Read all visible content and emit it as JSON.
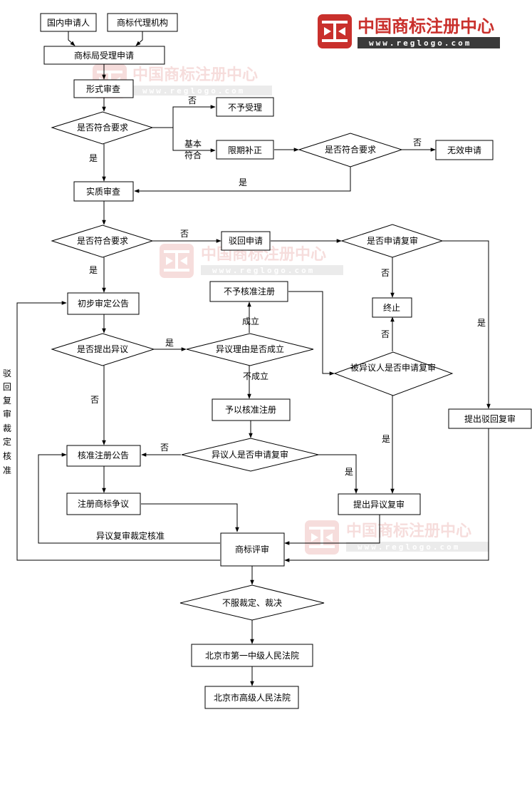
{
  "logo": {
    "title": "中国商标注册中心",
    "url": "www.reglogo.com",
    "color": "#c9302c"
  },
  "nodes": {
    "domestic_applicant": "国内申请人",
    "agency": "商标代理机构",
    "tm_office_accept": "商标局受理申请",
    "formal_exam": "形式审查",
    "meets_req_1": "是否符合要求",
    "not_accepted": "不予受理",
    "correction": "限期补正",
    "meets_req_2": "是否符合要求",
    "invalid": "无效申请",
    "substantive_exam": "实质审查",
    "meets_req_3": "是否符合要求",
    "reject": "驳回申请",
    "apply_review_q": "是否申请复审",
    "terminate": "终止",
    "no_approval": "不予核准注册",
    "prelim_announce": "初步审定公告",
    "objection_q": "是否提出异议",
    "objection_valid_q": "异议理由是否成立",
    "opposed_review_q": "被异议人是否申请复审",
    "approve": "予以核准注册",
    "apply_reject_review": "提出驳回复审",
    "approval_announce": "核准注册公告",
    "objector_review_q": "异议人是否申请复审",
    "tm_dispute": "注册商标争议",
    "objection_review": "提出异议复审",
    "tm_review_board": "商标评审",
    "dissatisfied": "不服裁定、裁决",
    "bj_first_court": "北京市第一中级人民法院",
    "bj_high_court": "北京市高级人民法院"
  },
  "edge_labels": {
    "no_1": "否",
    "basic_conform": [
      "基本",
      "符合"
    ],
    "yes_1": "是",
    "no_2": "否",
    "yes_2": "是",
    "no_3": "否",
    "yes_3": "是",
    "no_4": "否",
    "yes_review": "是",
    "established": "成立",
    "no_5": "否",
    "yes_4": "是",
    "not_established": "不成立",
    "no_6": "否",
    "yes_5": "是",
    "no_7": "否",
    "yes_6": "是",
    "review_approved": "异议复审裁定核准",
    "reject_review_vertical": [
      "驳",
      "回",
      "复",
      "审",
      "裁",
      "定",
      "核",
      "准"
    ]
  }
}
